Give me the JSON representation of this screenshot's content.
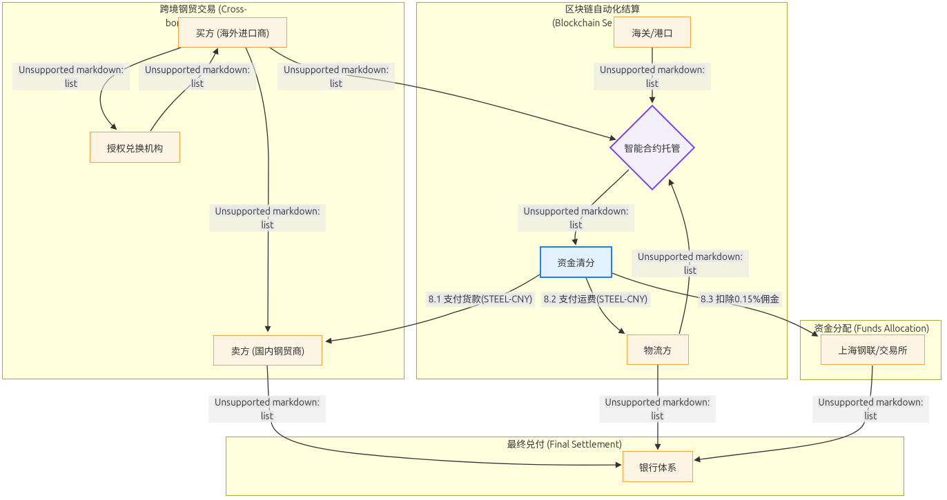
{
  "diagram_type": "mermaid-flowchart",
  "colors": {
    "page_background": "#ffffff",
    "subgraph_fill": "#ffffde",
    "subgraph_border": "#aaaa33",
    "node_fill": "#fdf4e3",
    "node_border": "#f5a43d",
    "clearing_fill": "#e3f1fc",
    "clearing_border": "#2080e8",
    "escrow_fill": "#f3f0fc",
    "escrow_border": "#7c43ea",
    "edge_color": "#333333",
    "edge_label_bg": "#e8e8e8",
    "text_color": "#333333"
  },
  "subgraphs": {
    "cross_border": {
      "title_line1": "跨境钢贸交易 (Cross-",
      "title_line2": "bor"
    },
    "blockchain": {
      "title_line1": "区块链自动化结算",
      "title_line2": "(Blockchain Se"
    },
    "funds": {
      "title": "资金分配 (Funds Allocation)"
    },
    "final": {
      "title": "最终兑付 (Final Settlement)"
    }
  },
  "nodes": {
    "buyer": {
      "label": "买方 (海外进口商)"
    },
    "exchange_agency": {
      "label": "授权兑换机构"
    },
    "seller": {
      "label": "卖方 (国内钢贸商)"
    },
    "customs_port": {
      "label": "海关/港口"
    },
    "smart_escrow": {
      "label": "智能合约托管"
    },
    "fund_clearing": {
      "label": "资金清分"
    },
    "logistics": {
      "label": "物流方"
    },
    "shanghai_exchange": {
      "label": "上海钢联/交易所"
    },
    "banking_system": {
      "label": "银行体系"
    }
  },
  "edge_labels": {
    "unsupported": {
      "line1": "Unsupported markdown:",
      "line2": "list"
    },
    "pay_goods": "8.1 支付货款(STEEL-CNY)",
    "pay_freight": "8.2 支付运费(STEEL-CNY)",
    "commission": "8.3 扣除0.15%佣金"
  }
}
